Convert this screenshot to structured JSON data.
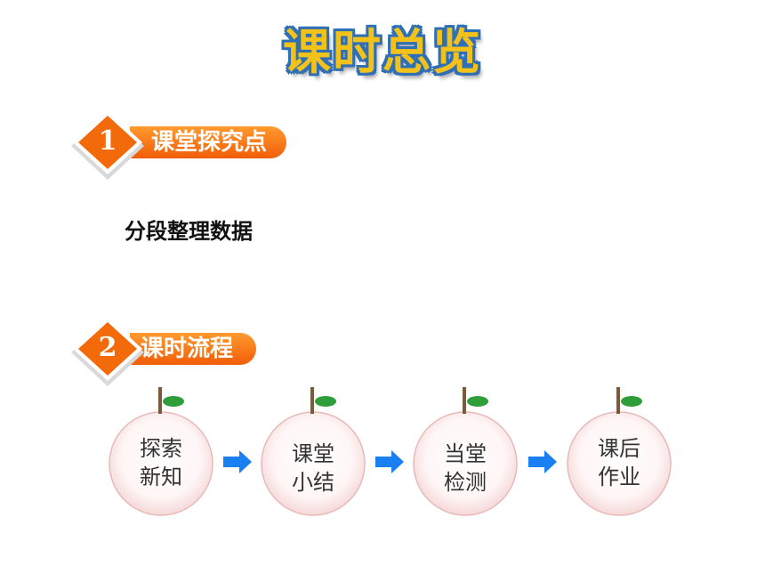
{
  "header": {
    "title": "课时总览"
  },
  "sections": [
    {
      "number": "1",
      "label": "课堂探究点"
    },
    {
      "number": "2",
      "label": "课时流程"
    }
  ],
  "topic": "分段整理数据",
  "flow": [
    {
      "line1": "探索",
      "line2": "新知"
    },
    {
      "line1": "课堂",
      "line2": "小结"
    },
    {
      "line1": "当堂",
      "line2": "检测"
    },
    {
      "line1": "课后",
      "line2": "作业"
    }
  ],
  "colors": {
    "ribbon": "#f25d08",
    "diamond": "#f26a0a",
    "arrow": "#1a7ff0",
    "leaf": "#2f9e3a",
    "title_fill": "#f2c21a",
    "title_outline": "#2e6fb6"
  }
}
